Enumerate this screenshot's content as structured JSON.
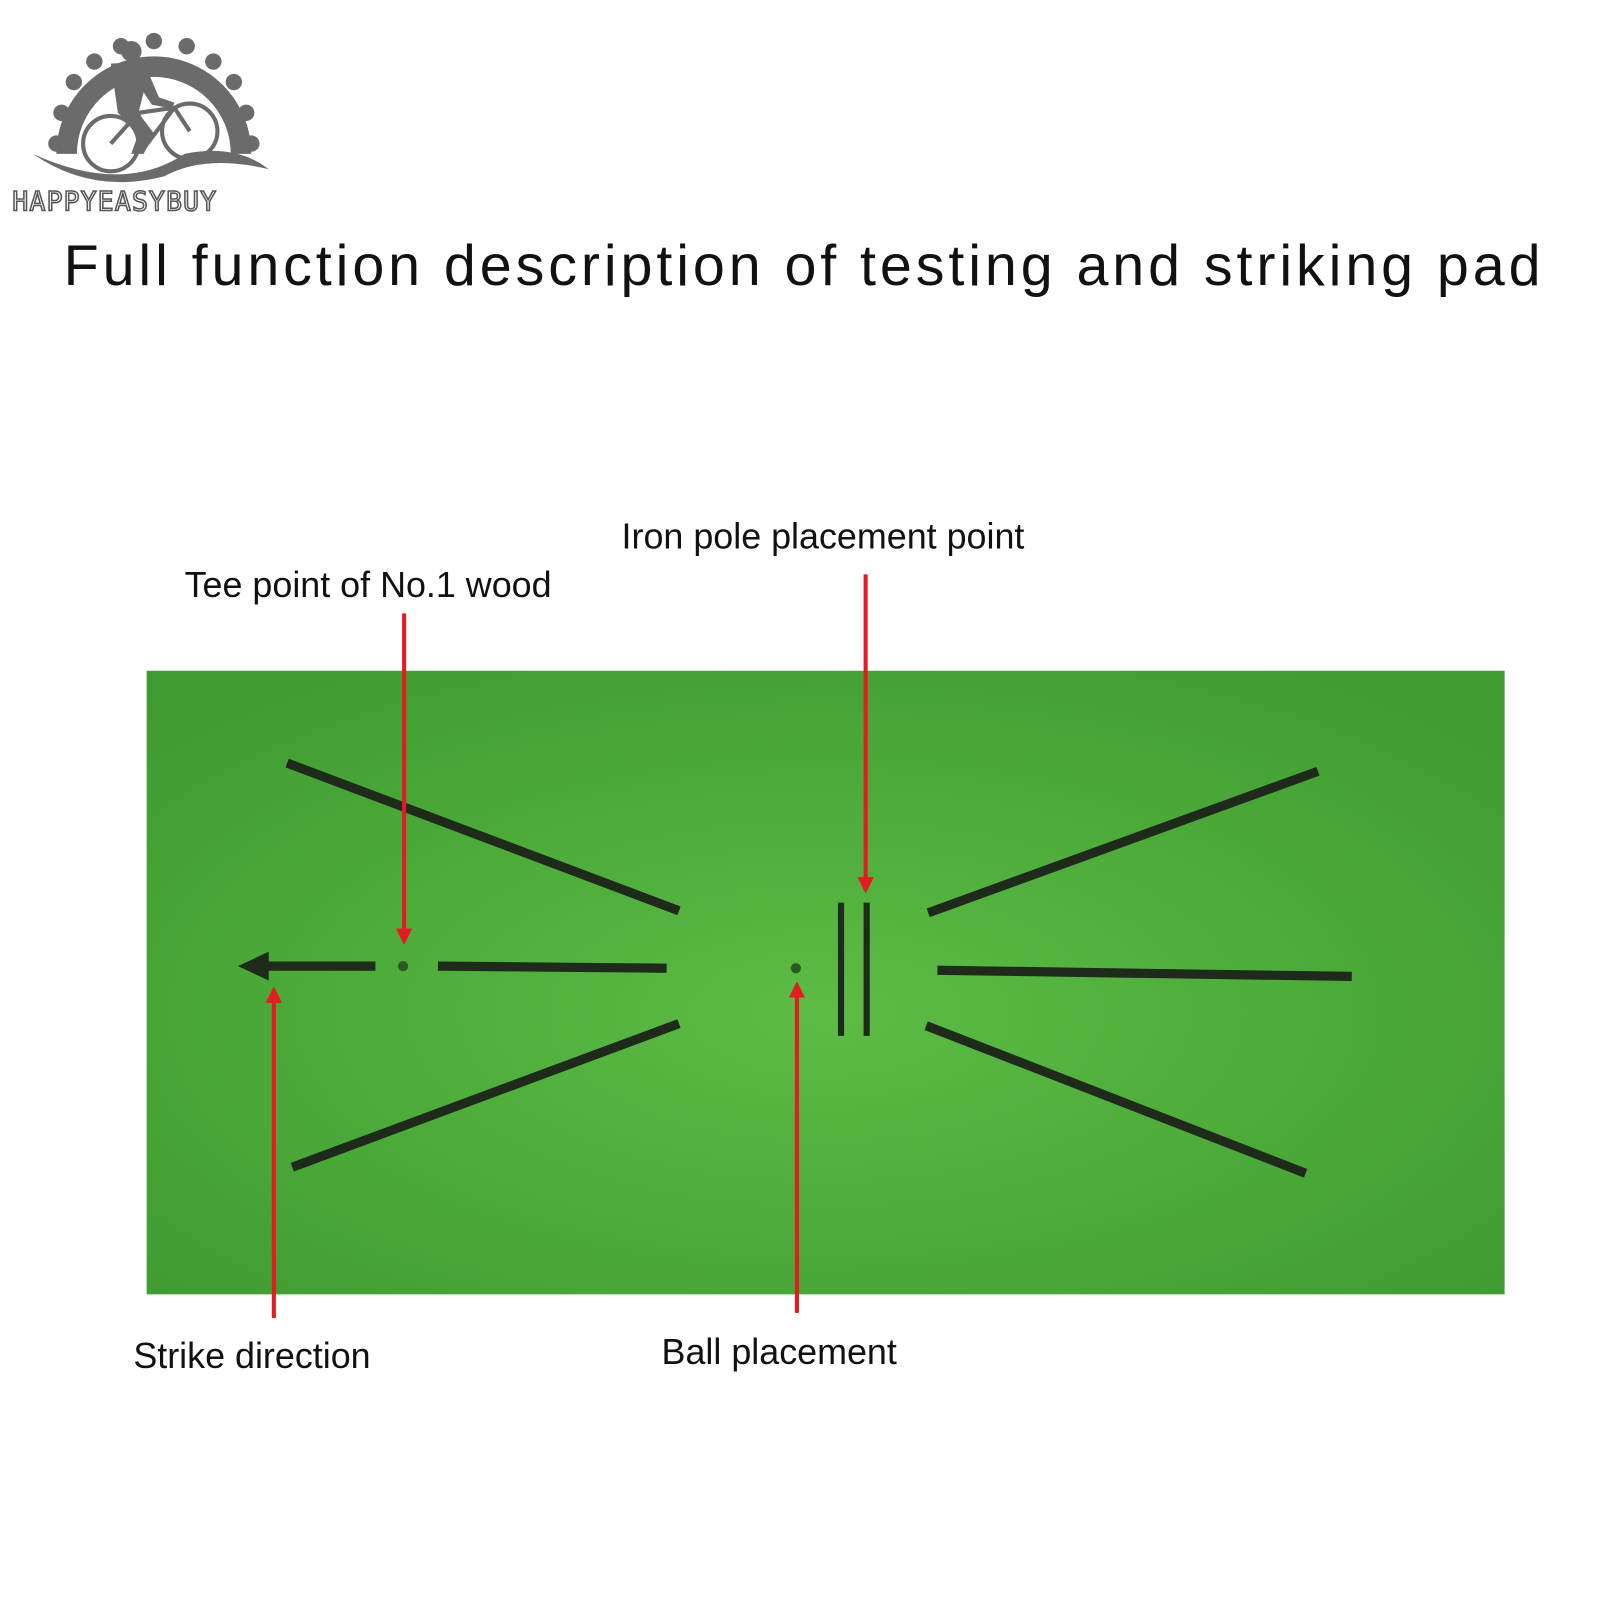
{
  "logo": {
    "text": "HAPPYEASYBUY",
    "color": "#6b6b6b"
  },
  "title": "Full function description of testing and striking pad",
  "labels": {
    "tee_point": "Tee point of No.1 wood",
    "iron_pole": "Iron pole placement point",
    "strike_direction": "Strike direction",
    "ball_placement": "Ball placement"
  },
  "colors": {
    "mat": "#4fae3a",
    "mat_light": "#72c85a",
    "lines": "#1e2a1a",
    "arrows": "#e31b23"
  }
}
